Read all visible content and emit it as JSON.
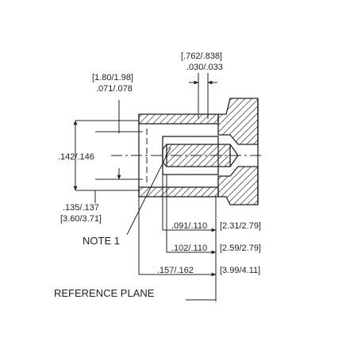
{
  "dimensions": {
    "top_mm": "[.762/.838]",
    "top_in": ".030/.033",
    "left_top_mm": "[1.80/1.98]",
    "left_top_in": ".071/.078",
    "inner_dia_in": ".142/.146",
    "outer_dia_in": ".135/.137",
    "outer_dia_mm": "[3.60/3.71]",
    "d1_in": ".091/.110",
    "d1_mm": "[2.31/2.79]",
    "d2_in": ".102/.110",
    "d2_mm": "[2.59/2.79]",
    "d3_in": ".157/.162",
    "d3_mm": "[3.99/4.11]"
  },
  "labels": {
    "note": "NOTE 1",
    "reference_plane": "REFERENCE PLANE"
  }
}
